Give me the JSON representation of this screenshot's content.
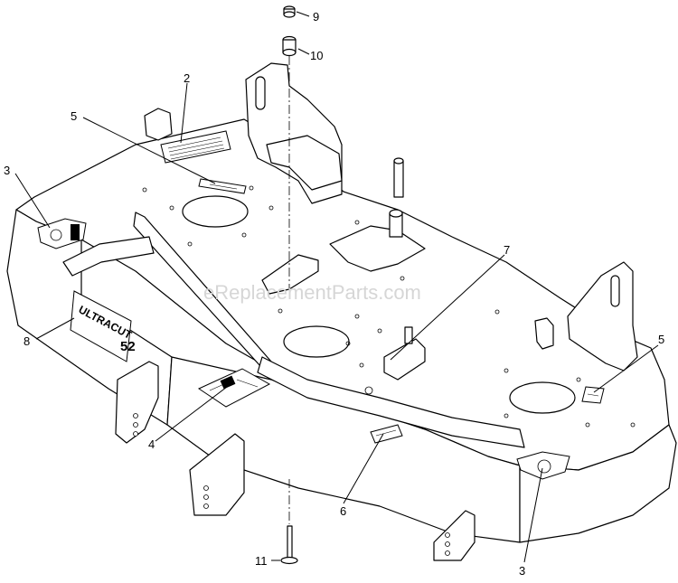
{
  "watermark": "eReplacementParts.com",
  "deck_brand": "ULTRACUT",
  "deck_size": "52",
  "callouts": [
    {
      "id": "c9",
      "label": "9"
    },
    {
      "id": "c10",
      "label": "10"
    },
    {
      "id": "c2",
      "label": "2"
    },
    {
      "id": "c5a",
      "label": "5"
    },
    {
      "id": "c3a",
      "label": "3"
    },
    {
      "id": "c7",
      "label": "7"
    },
    {
      "id": "c8",
      "label": "8"
    },
    {
      "id": "c5b",
      "label": "5"
    },
    {
      "id": "c4",
      "label": "4"
    },
    {
      "id": "c6",
      "label": "6"
    },
    {
      "id": "c3b",
      "label": "3"
    },
    {
      "id": "c11",
      "label": "11"
    }
  ]
}
